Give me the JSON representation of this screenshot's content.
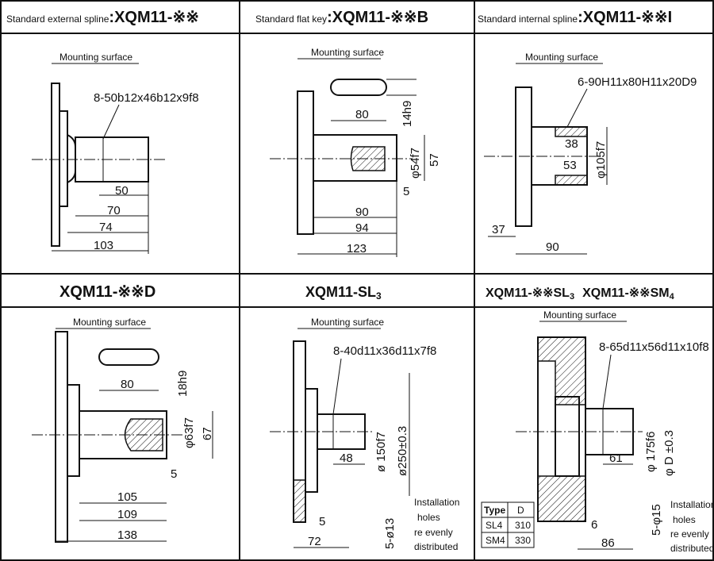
{
  "panels": [
    {
      "prefix": "Standard external spline",
      "code": ":XQM11-※※",
      "mounting": "Mounting surface",
      "spline": "8-50b12x46b12x9f8",
      "dims": [
        "50",
        "70",
        "74",
        "103"
      ]
    },
    {
      "prefix": "Standard flat key",
      "code": ":XQM11-※※B",
      "mounting": "Mounting surface",
      "dims": [
        "80",
        "14h9",
        "φ54f7",
        "57",
        "5",
        "90",
        "94",
        "123"
      ]
    },
    {
      "prefix": "Standard internal spline",
      "code": ":XQM11-※※I",
      "mounting": "Mounting surface",
      "spline": "6-90H11x80H11x20D9",
      "dims": [
        "38",
        "53",
        "φ105f7",
        "37",
        "90"
      ]
    },
    {
      "code": "XQM11-※※D",
      "mounting": "Mounting surface",
      "dims": [
        "80",
        "18h9",
        "φ63f7",
        "67",
        "5",
        "105",
        "109",
        "138"
      ]
    },
    {
      "code": "XQM11-SL",
      "code_sub": "3",
      "mounting": "Mounting surface",
      "spline": "8-40d11x36d11x7f8",
      "dims": [
        "48",
        "ø 150f7",
        "ø250±0.3",
        "5",
        "72",
        "5-ø13"
      ],
      "note": [
        "Installation",
        "holes",
        "re evenly",
        "distributed"
      ]
    },
    {
      "code": "XQM11-※※SL",
      "code_sub": "3",
      "code2": "XQM11-※※SM",
      "code2_sub": "4",
      "mounting": "Mounting surface",
      "spline": "8-65d11x56d11x10f8",
      "dims": [
        "φ 175f6",
        "φ D ±0.3",
        "61",
        "5-φ15",
        "6",
        "86"
      ],
      "note": [
        "Installation",
        "holes",
        "re evenly",
        "distributed"
      ],
      "table": {
        "headers": [
          "Type",
          "D"
        ],
        "rows": [
          [
            "SL4",
            "310"
          ],
          [
            "SM4",
            "330"
          ]
        ]
      }
    }
  ]
}
